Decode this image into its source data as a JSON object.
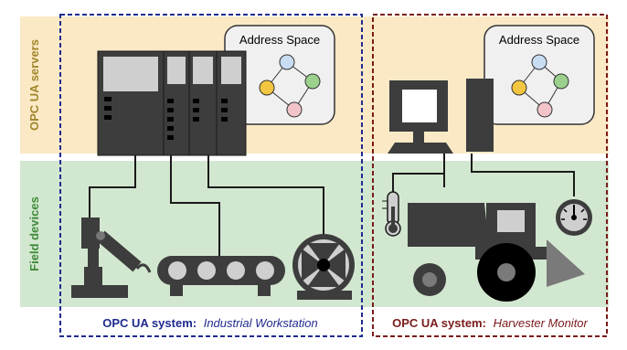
{
  "bands": {
    "servers_label": "OPC UA servers",
    "field_label": "Field devices"
  },
  "systems": [
    {
      "prefix": "OPC UA system:",
      "name": "Industrial Workstation"
    },
    {
      "prefix": "OPC UA system:",
      "name": "Harvester Monitor"
    }
  ],
  "address_space": [
    "Address Space",
    "Address Space"
  ],
  "colors": {
    "servers_band": "#fbe9c6",
    "field_band": "#d2e7cf",
    "system1_border": "#1f2a8f",
    "system2_border": "#7a1a1a",
    "device_dark": "#3d3d3d",
    "device_light": "#cfcfcf",
    "node_blue": "#c8dcf2",
    "node_yellow": "#f2c640",
    "node_green": "#9bd18d",
    "node_pink": "#f2c3c8"
  },
  "icons": [
    "plc-rack-icon",
    "computer-icon",
    "robot-arm-icon",
    "conveyor-icon",
    "fan-motor-icon",
    "thermometer-icon",
    "tractor-icon",
    "gauge-icon",
    "address-space-graph-icon"
  ]
}
